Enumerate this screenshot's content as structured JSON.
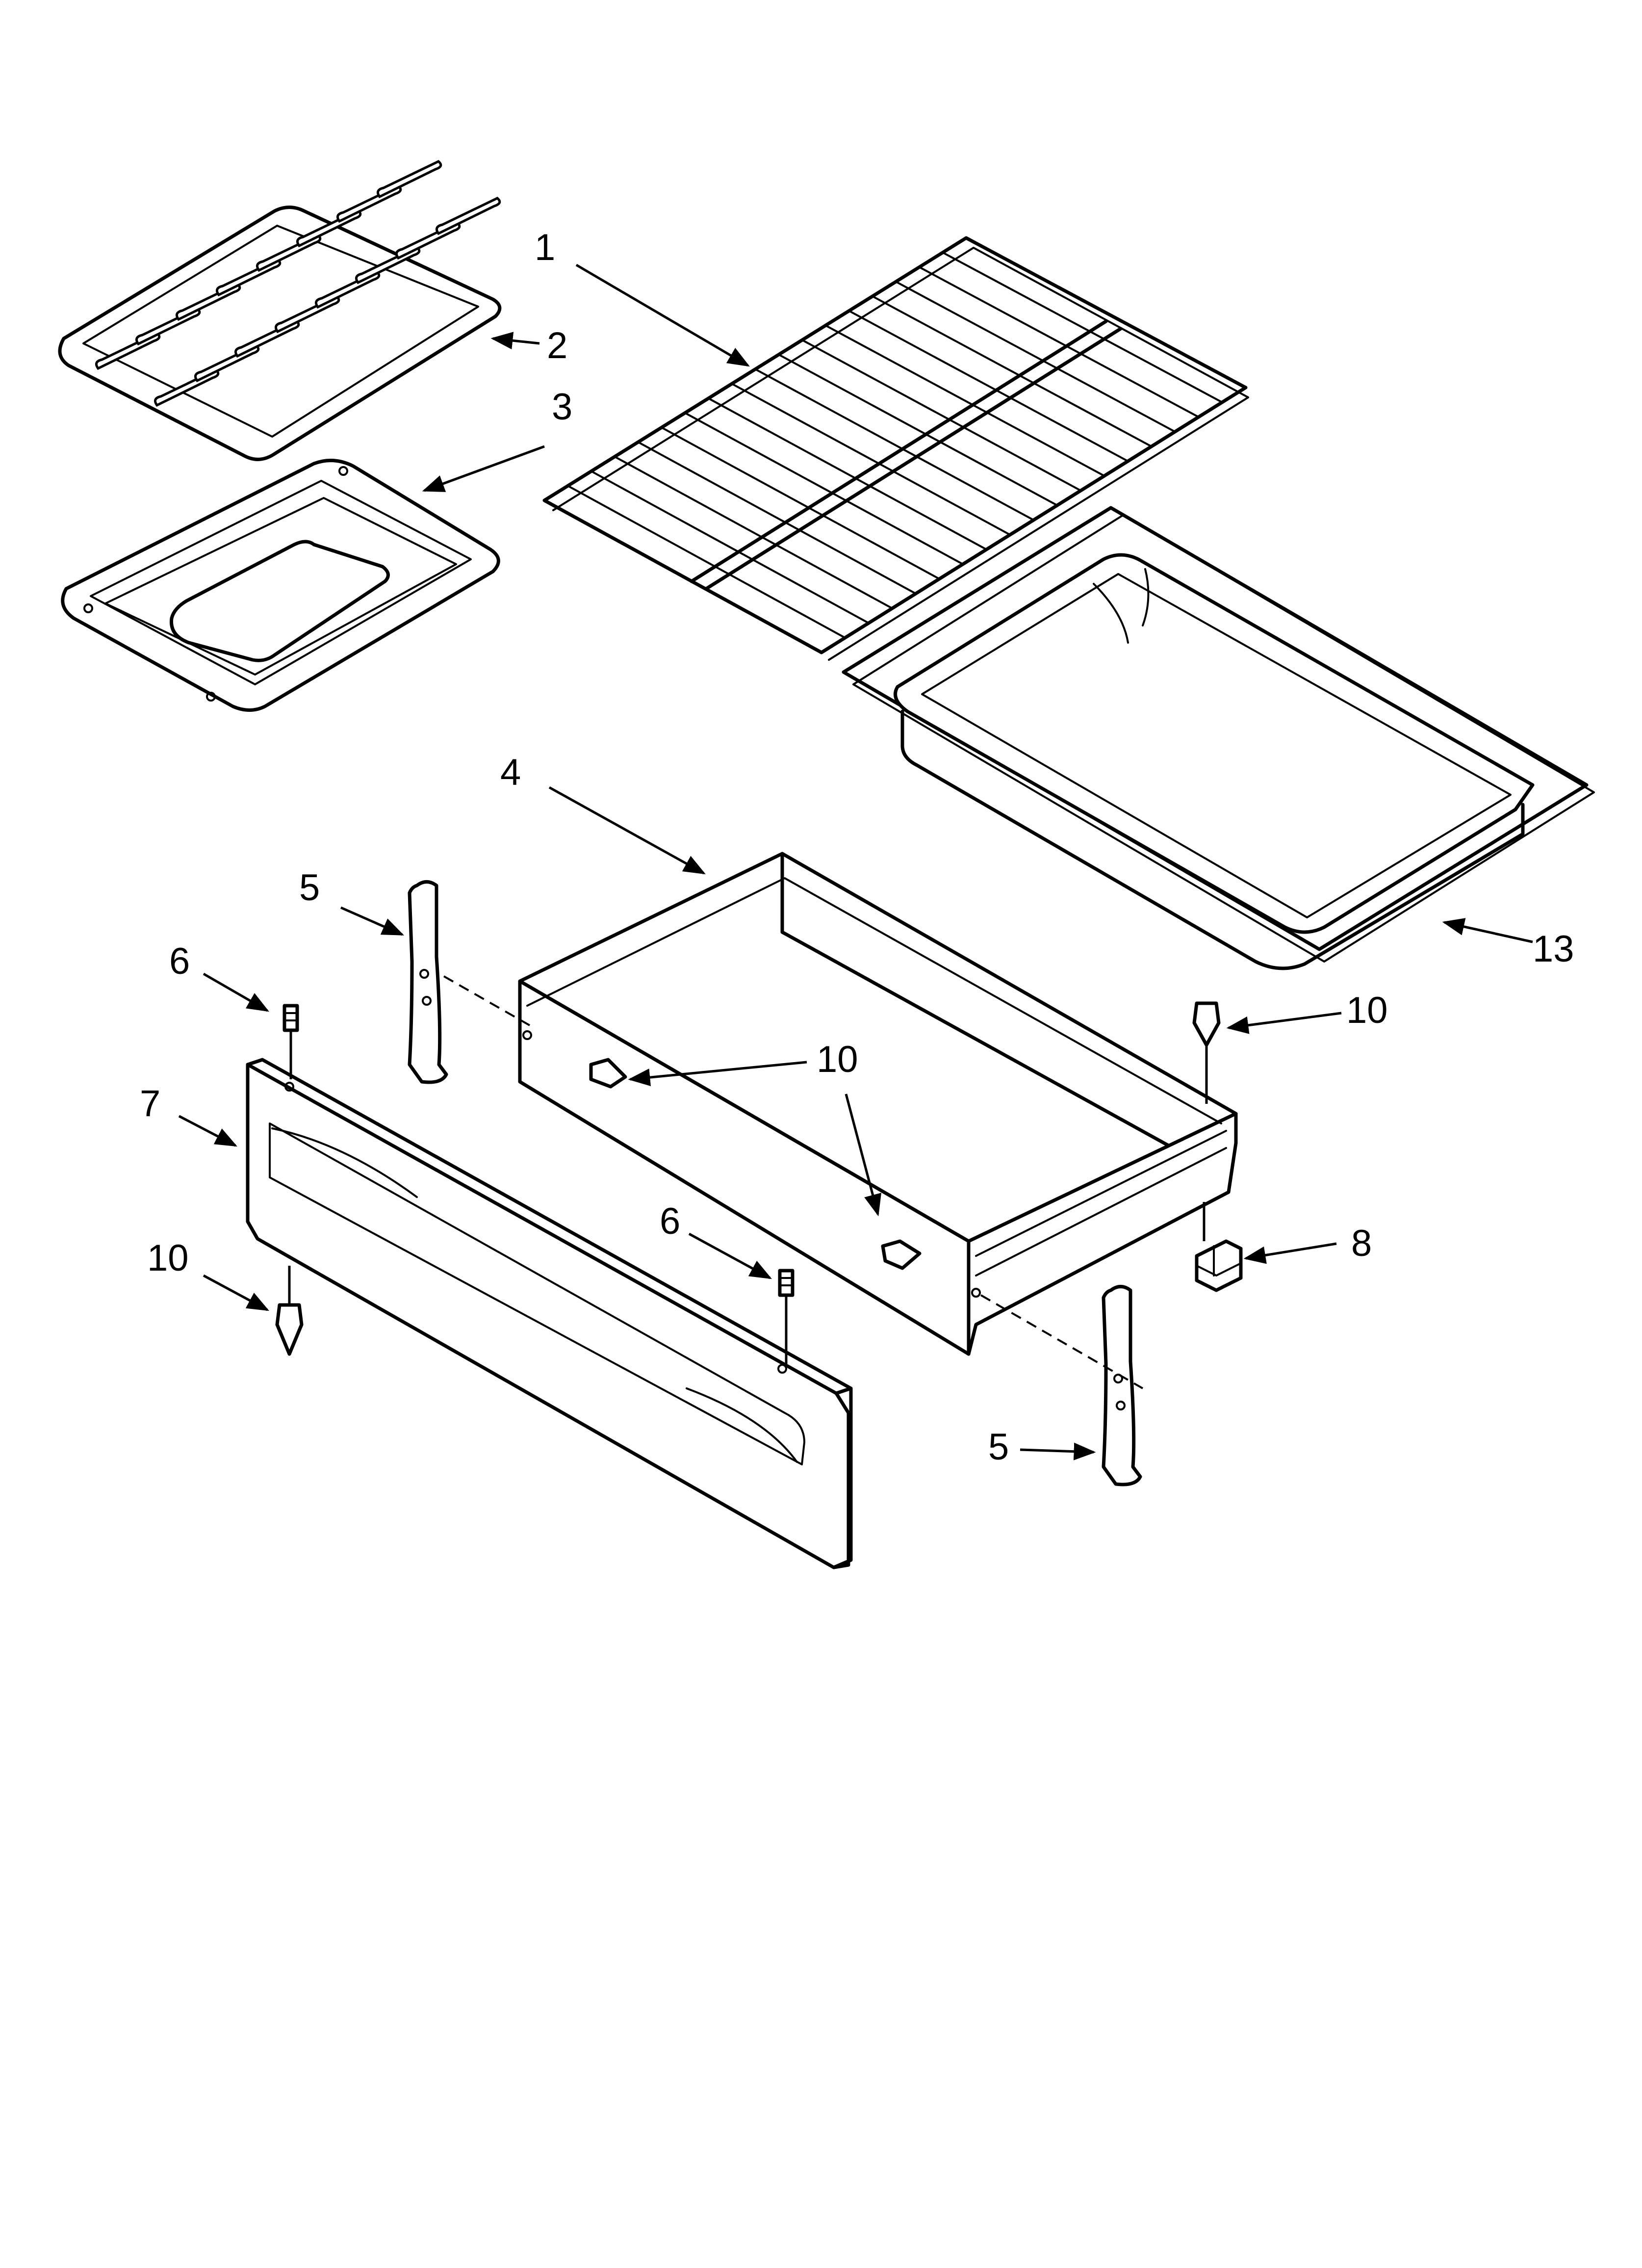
{
  "diagram": {
    "callouts": [
      {
        "id": "c1",
        "label": "1"
      },
      {
        "id": "c2",
        "label": "2"
      },
      {
        "id": "c3",
        "label": "3"
      },
      {
        "id": "c4",
        "label": "4"
      },
      {
        "id": "c5a",
        "label": "5"
      },
      {
        "id": "c5b",
        "label": "5"
      },
      {
        "id": "c6a",
        "label": "6"
      },
      {
        "id": "c6b",
        "label": "6"
      },
      {
        "id": "c7",
        "label": "7"
      },
      {
        "id": "c8",
        "label": "8"
      },
      {
        "id": "c10a",
        "label": "10"
      },
      {
        "id": "c10b",
        "label": "10"
      },
      {
        "id": "c10c",
        "label": "10"
      },
      {
        "id": "c13",
        "label": "13"
      }
    ]
  }
}
